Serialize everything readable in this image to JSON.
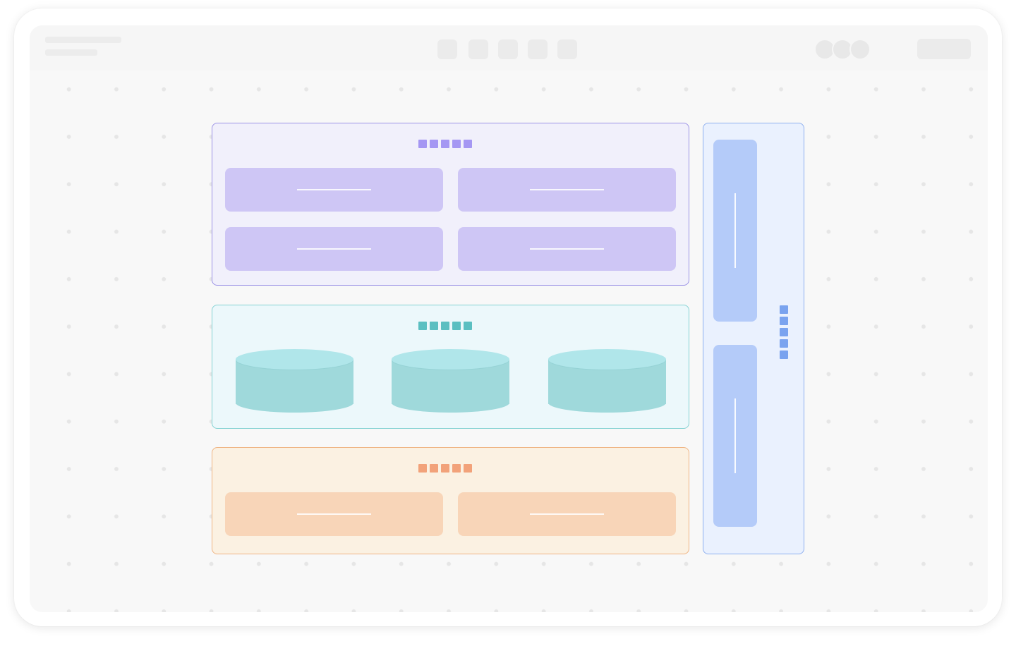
{
  "app": {
    "title": "",
    "subtitle": ""
  },
  "toolbar": {
    "tools": [
      "tool-1",
      "tool-2",
      "tool-3",
      "tool-4",
      "tool-5"
    ],
    "avatars": [
      "user-1",
      "user-2",
      "user-3"
    ],
    "share_label": ""
  },
  "colors": {
    "purple_accent": "#9c93e6",
    "purple_card": "#cec6f5",
    "teal_accent": "#84d2d3",
    "teal_cylinder": "#9fd9db",
    "orange_accent": "#efb483",
    "orange_card": "#f8d5b8",
    "blue_accent": "#8fb0ef",
    "blue_pillar": "#b4cbf9"
  },
  "diagram": {
    "purple_group": {
      "dot_colors": [
        "#a597f3",
        "#a597f3",
        "#a597f3",
        "#a597f3",
        "#a597f3"
      ],
      "cards": [
        "",
        "",
        "",
        ""
      ]
    },
    "teal_group": {
      "dot_colors": [
        "#5bbfc1",
        "#5bbfc1",
        "#5bbfc1",
        "#5bbfc1",
        "#5bbfc1"
      ],
      "databases": [
        "",
        "",
        ""
      ]
    },
    "orange_group": {
      "dot_colors": [
        "#f2a27a",
        "#f2a27a",
        "#f2a27a",
        "#f2a27a",
        "#f2a27a"
      ],
      "cards": [
        "",
        ""
      ]
    },
    "blue_group": {
      "dot_colors": [
        "#7aa3ef",
        "#7aa3ef",
        "#7aa3ef",
        "#7aa3ef",
        "#7aa3ef"
      ],
      "pillars": [
        "",
        ""
      ]
    }
  }
}
